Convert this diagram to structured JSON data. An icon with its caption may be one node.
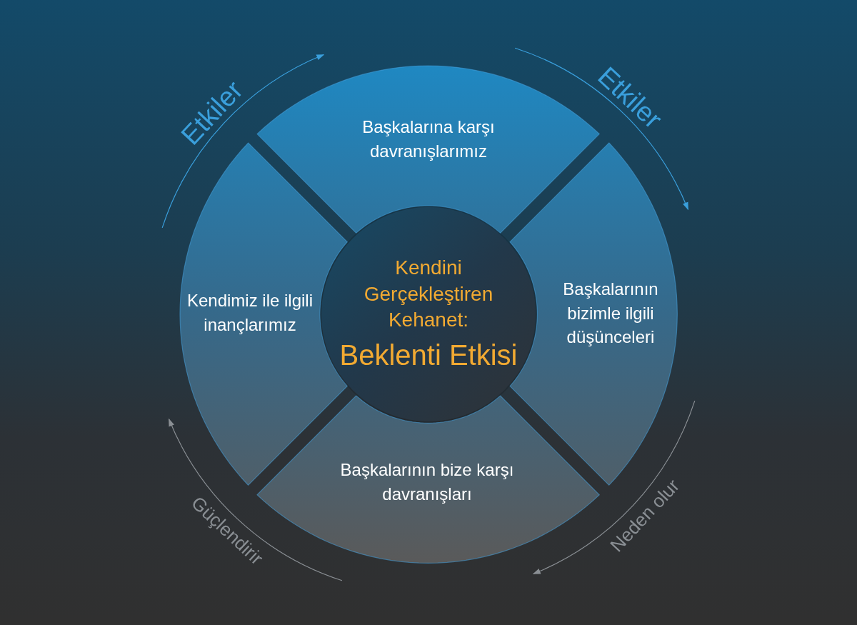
{
  "diagram": {
    "nodes": [
      {
        "text": [
          "Kendini Gerçekleştiren Kehanet:",
          "Beklenti Etkisi"
        ]
      },
      {
        "text": [
          "Başkalarına karşı davranışlarımız"
        ]
      },
      {
        "text": [
          "Kendimiz ile ilgili inançlarımız"
        ]
      },
      {
        "text": [
          "Başkalarının bizimle ilgili düşünceleri"
        ]
      },
      {
        "text": [
          "Başkalarının bize karşı davranışları"
        ]
      }
    ],
    "edges": [
      {
        "from": 2,
        "to": 1,
        "arrow": "to",
        "label": "Etkiler",
        "color": "#3a9fdc"
      },
      {
        "from": 1,
        "to": 3,
        "arrow": "to",
        "label": "Etkiler",
        "color": "#3a9fdc"
      },
      {
        "from": 3,
        "to": 4,
        "arrow": "to",
        "label": "Neden olur",
        "color": "#8a8f94"
      },
      {
        "from": 4,
        "to": 2,
        "arrow": "to",
        "label": "Güçlendirir",
        "color": "#8a8f94"
      }
    ]
  }
}
